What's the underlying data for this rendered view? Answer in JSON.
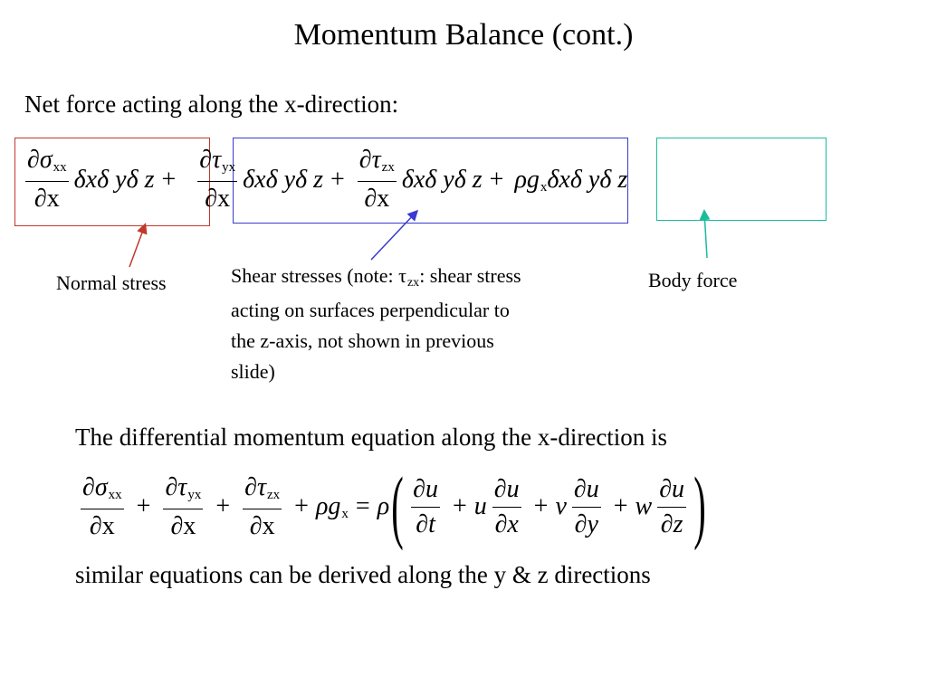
{
  "slide": {
    "title": "Momentum Balance (cont.)",
    "intro": "Net force acting along the x-direction:",
    "labels": {
      "normal": "Normal stress",
      "shear_1": "Shear stresses (note: τ",
      "shear_sub": "zx",
      "shear_2": ": shear stress",
      "shear_3": "acting on surfaces perpendicular to",
      "shear_4": "the z-axis, not shown in previous",
      "shear_5": "slide)",
      "body": "Body force"
    },
    "differential_text": "The differential momentum equation along the x-direction is",
    "similar_text": "similar equations can be derived along the y & z directions"
  },
  "math": {
    "partial": "∂",
    "sigma": "σ",
    "tau": "τ",
    "delta_x": "δx",
    "delta_y": "δ y",
    "delta_z": "δ z",
    "rho": "ρ",
    "g": "g",
    "sub_xx": "xx",
    "sub_yx": "yx",
    "sub_zx": "zx",
    "sub_x": "x",
    "x": "x",
    "u": "u",
    "t": "t",
    "y": "y",
    "z": "z",
    "v": "v",
    "w": "w",
    "plus": "+",
    "equals": "=",
    "lparen": "(",
    "rparen": ")"
  },
  "colors": {
    "red_box": "#c0392b",
    "blue_box": "#3a3ad0",
    "green_box": "#1abc9c"
  }
}
